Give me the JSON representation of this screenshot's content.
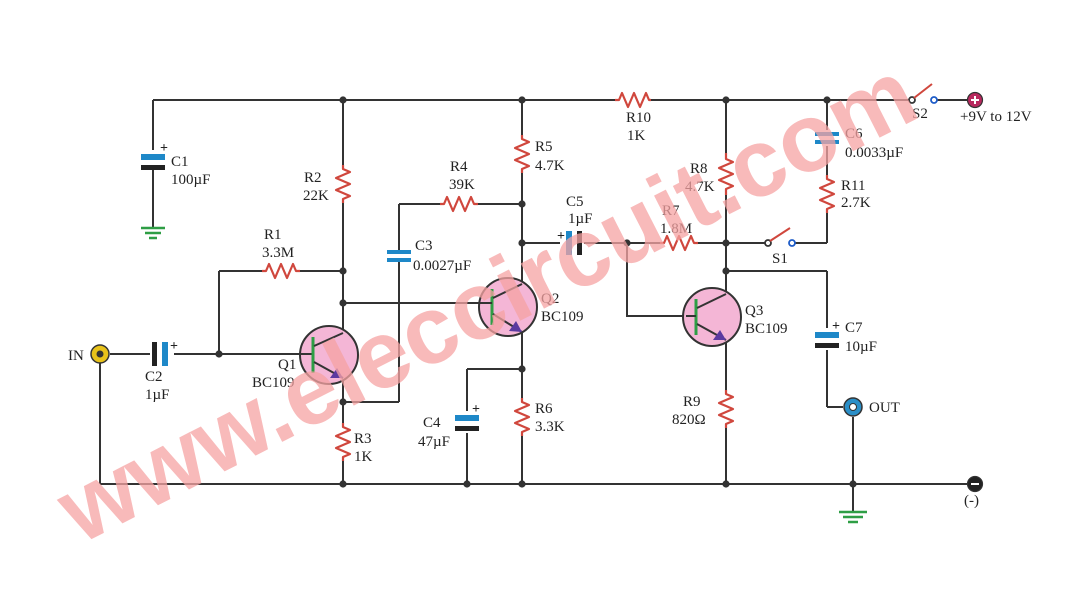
{
  "watermark": "www.eleccircuit.com",
  "components": {
    "c1": {
      "ref": "C1",
      "value": "100µF"
    },
    "c2": {
      "ref": "C2",
      "value": "1µF"
    },
    "c3": {
      "ref": "C3",
      "value": "0.0027µF"
    },
    "c4": {
      "ref": "C4",
      "value": "47µF"
    },
    "c5": {
      "ref": "C5",
      "value": "1µF"
    },
    "c6": {
      "ref": "C6",
      "value": "0.0033µF"
    },
    "c7": {
      "ref": "C7",
      "value": "10µF"
    },
    "r1": {
      "ref": "R1",
      "value": "3.3M"
    },
    "r2": {
      "ref": "R2",
      "value": "22K"
    },
    "r3": {
      "ref": "R3",
      "value": "1K"
    },
    "r4": {
      "ref": "R4",
      "value": "39K"
    },
    "r5": {
      "ref": "R5",
      "value": "4.7K"
    },
    "r6": {
      "ref": "R6",
      "value": "3.3K"
    },
    "r7": {
      "ref": "R7",
      "value": "1.8M"
    },
    "r8": {
      "ref": "R8",
      "value": "4.7K"
    },
    "r9": {
      "ref": "R9",
      "value": "820Ω"
    },
    "r10": {
      "ref": "R10",
      "value": "1K"
    },
    "r11": {
      "ref": "R11",
      "value": "2.7K"
    },
    "q1": {
      "ref": "Q1",
      "value": "BC109"
    },
    "q2": {
      "ref": "Q2",
      "value": "BC109"
    },
    "q3": {
      "ref": "Q3",
      "value": "BC109"
    },
    "s1": {
      "ref": "S1"
    },
    "s2": {
      "ref": "S2"
    }
  },
  "terminals": {
    "input": "IN",
    "output": "OUT",
    "supply": "+9V to 12V",
    "negative": "(-)"
  },
  "colors": {
    "wire": "#333333",
    "resistor": "#d0473d",
    "capacitor": "#1e88c8",
    "transistor_fill": "#f4b6d6",
    "transistor_base": "#2e9e45",
    "emitter_arrow": "#5b3aa0",
    "ground": "#2e9e45",
    "supply_terminal": "#b8285e",
    "jack": "#e8c21a",
    "output_jack": "#2a8fc8"
  }
}
